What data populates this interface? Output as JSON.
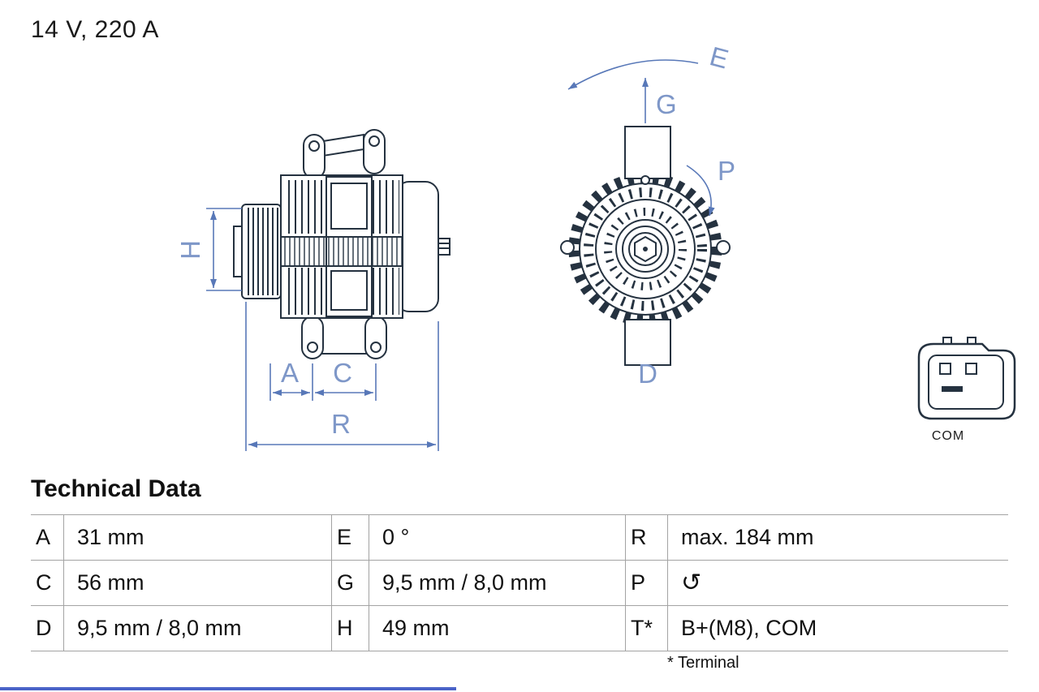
{
  "header": {
    "title": "14 V, 220 A"
  },
  "drawing": {
    "dim_h": "H",
    "dim_a": "A",
    "dim_c": "C",
    "dim_r": "R",
    "dim_e": "E",
    "dim_g": "G",
    "dim_p": "P",
    "dim_d": "D",
    "connector_label": "COM"
  },
  "icons": {
    "rotation": "↺"
  },
  "table": {
    "title": "Technical Data",
    "rows": [
      [
        [
          "A",
          "31 mm"
        ],
        [
          "E",
          "0 °"
        ],
        [
          "R",
          "max. 184 mm"
        ]
      ],
      [
        [
          "C",
          "56 mm"
        ],
        [
          "G",
          "9,5 mm / 8,0 mm"
        ],
        [
          "P",
          ""
        ]
      ],
      [
        [
          "D",
          "9,5 mm / 8,0 mm"
        ],
        [
          "H",
          "49 mm"
        ],
        [
          "T*",
          "B+(M8), COM"
        ]
      ]
    ],
    "footnote": "* Terminal"
  },
  "colors": {
    "dimension_blue": "#5878b8",
    "label_blue": "#7e97c8",
    "drawing_ink": "#253240",
    "table_line": "#a3a3a3",
    "bottom_bar": "#4a63c8"
  }
}
